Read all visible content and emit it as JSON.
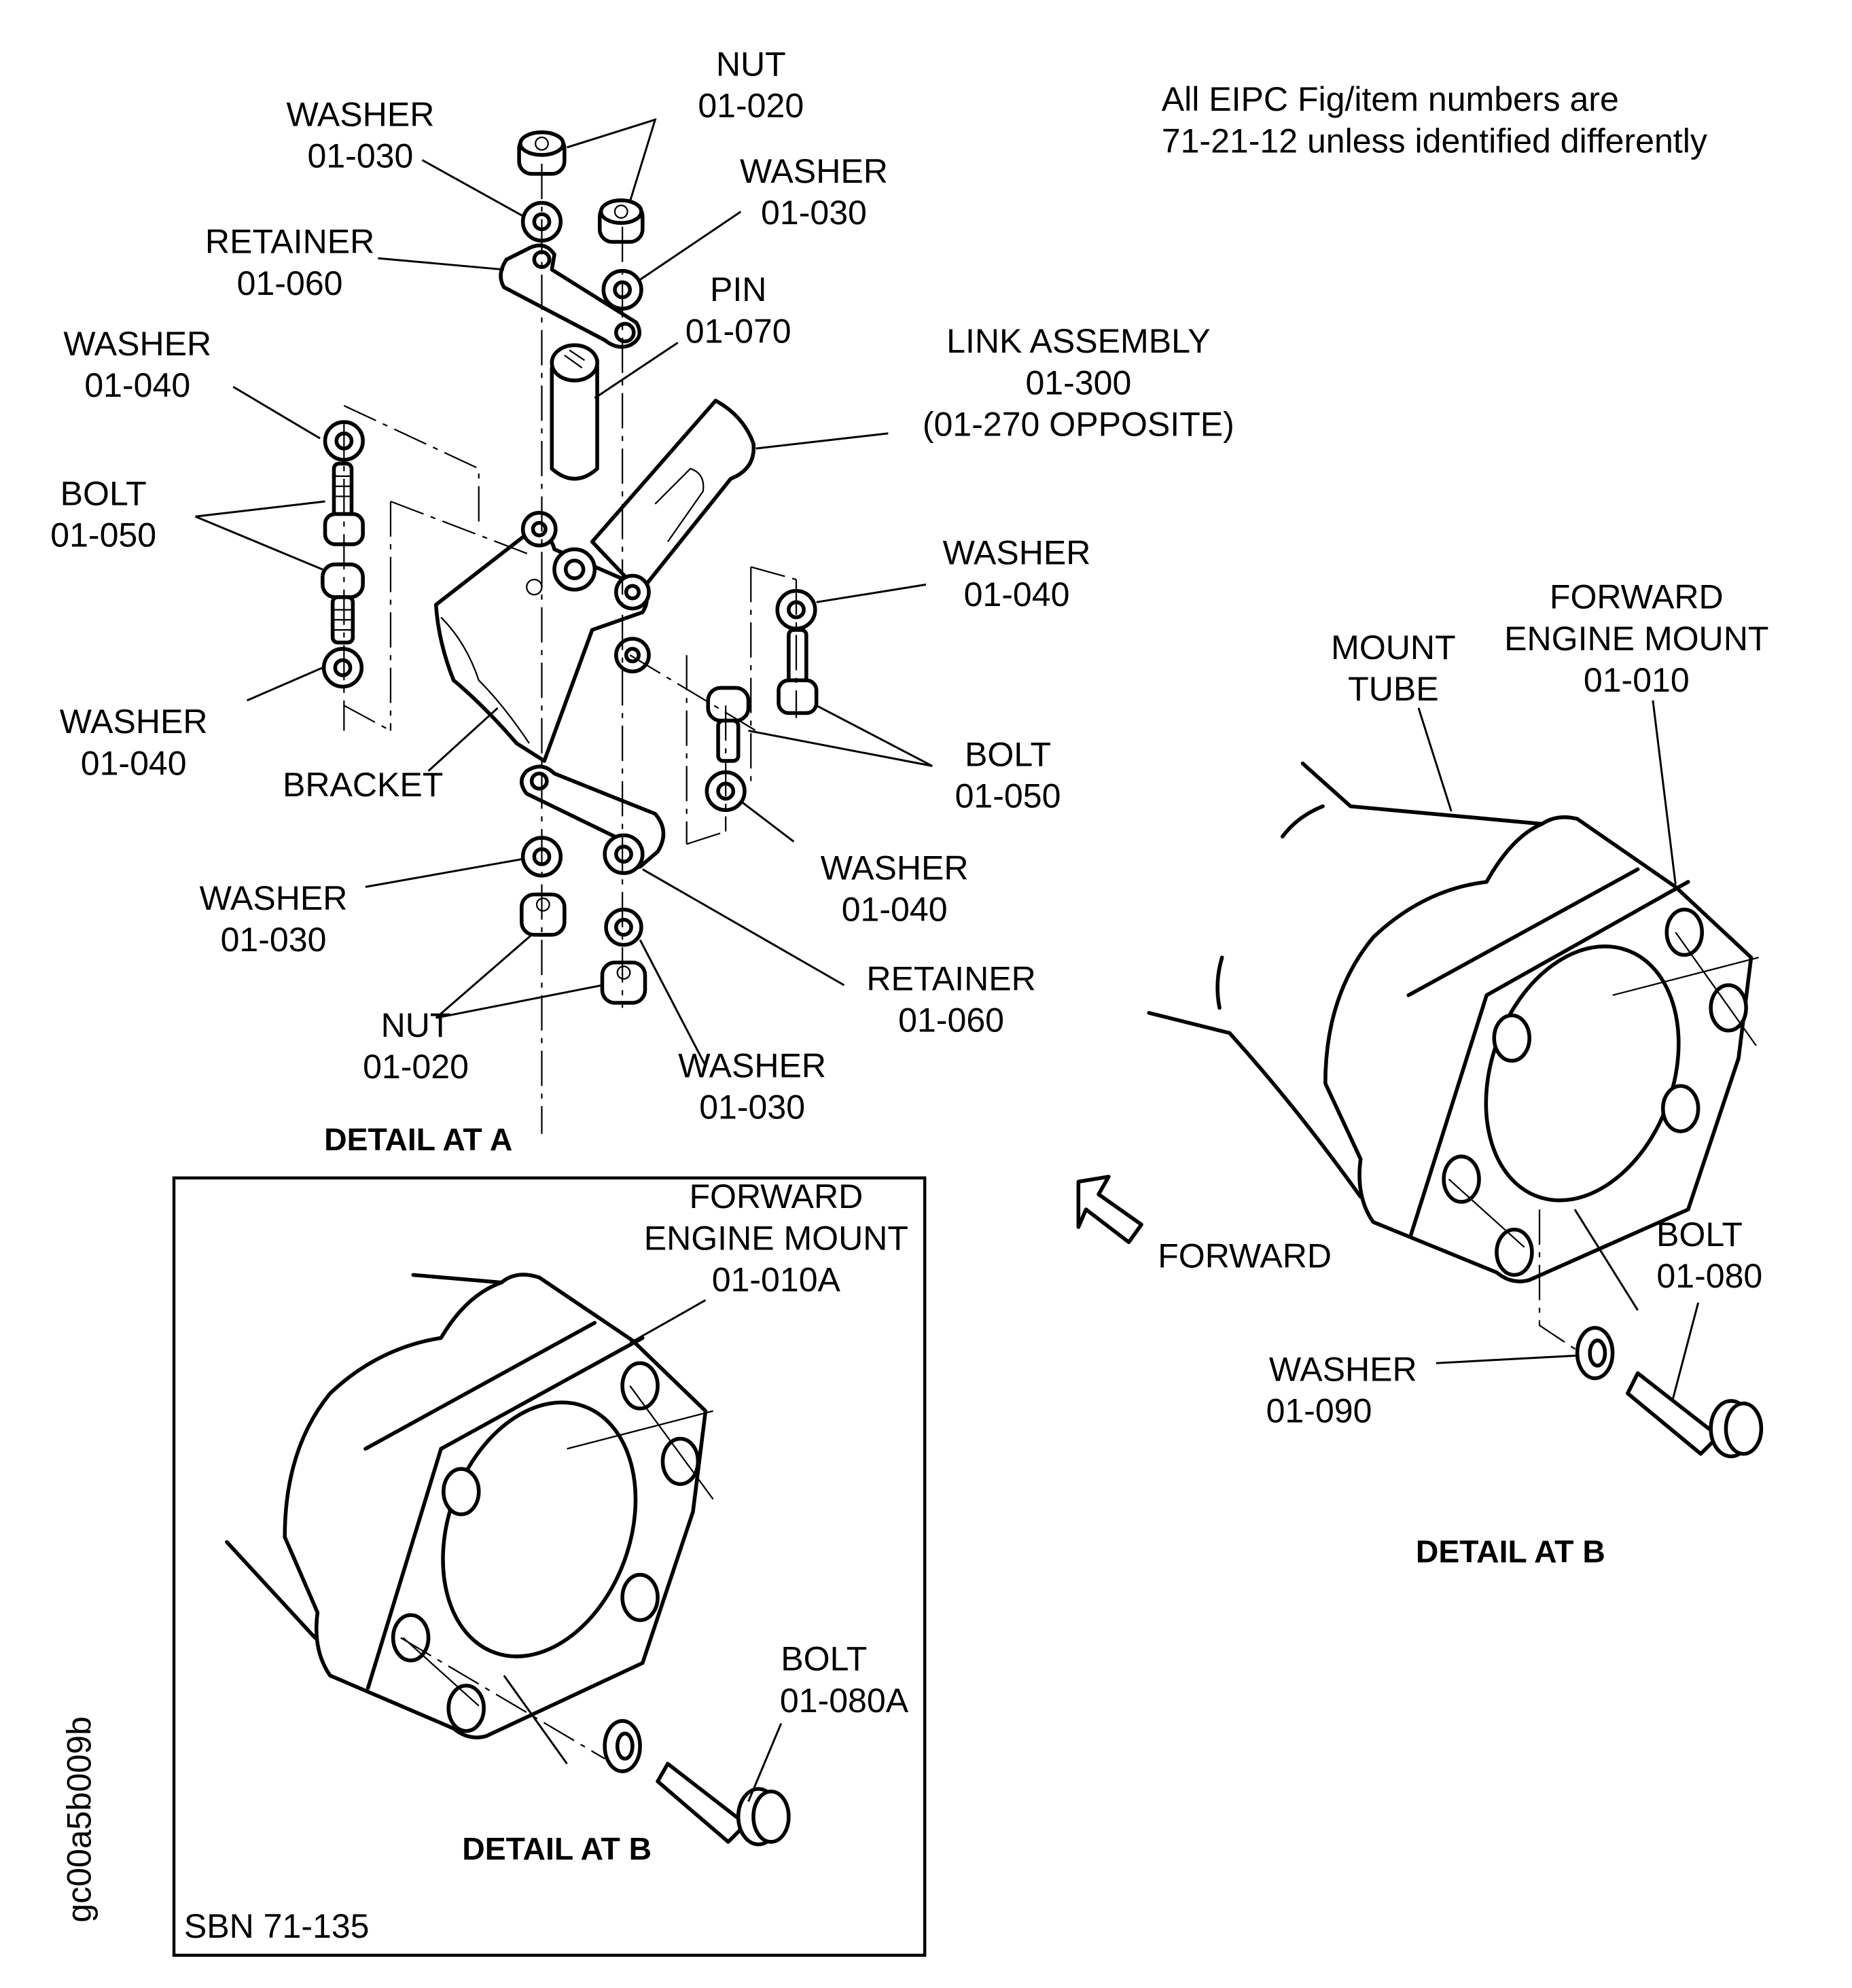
{
  "note": {
    "line1": "All EIPC Fig/item numbers are",
    "line2": "71-21-12 unless identified differently"
  },
  "drawing_id": "gc00a5b009b",
  "detail_a": {
    "title": "DETAIL AT A",
    "labels": {
      "nut_top": [
        "NUT",
        "01-020"
      ],
      "washer_top_left": [
        "WASHER",
        "01-030"
      ],
      "washer_top_right": [
        "WASHER",
        "01-030"
      ],
      "retainer_top": [
        "RETAINER",
        "01-060"
      ],
      "pin": [
        "PIN",
        "01-070"
      ],
      "link_assembly": [
        "LINK ASSEMBLY",
        "01-300",
        "(01-270 OPPOSITE)"
      ],
      "washer_left_upper": [
        "WASHER",
        "01-040"
      ],
      "bolt_left": [
        "BOLT",
        "01-050"
      ],
      "washer_left_lower": [
        "WASHER",
        "01-040"
      ],
      "bracket": [
        "BRACKET"
      ],
      "washer_right_upper": [
        "WASHER",
        "01-040"
      ],
      "bolt_right": [
        "BOLT",
        "01-050"
      ],
      "washer_right_lower": [
        "WASHER",
        "01-040"
      ],
      "washer_bottom_left": [
        "WASHER",
        "01-030"
      ],
      "retainer_bottom": [
        "RETAINER",
        "01-060"
      ],
      "nut_bottom": [
        "NUT",
        "01-020"
      ],
      "washer_bottom": [
        "WASHER",
        "01-030"
      ]
    }
  },
  "detail_b_main": {
    "title": "DETAIL AT B",
    "labels": {
      "mount_tube": [
        "MOUNT",
        "TUBE"
      ],
      "forward_engine_mount": [
        "FORWARD",
        "ENGINE MOUNT",
        "01-010"
      ],
      "forward_arrow": [
        "FORWARD"
      ],
      "bolt": [
        "BOLT",
        "01-080"
      ],
      "washer": [
        "WASHER",
        "01-090"
      ]
    }
  },
  "detail_b_sbn": {
    "title": "DETAIL AT B",
    "sbn": "SBN 71-135",
    "labels": {
      "forward_engine_mount": [
        "FORWARD",
        "ENGINE MOUNT",
        "01-010A"
      ],
      "bolt": [
        "BOLT",
        "01-080A"
      ]
    }
  }
}
